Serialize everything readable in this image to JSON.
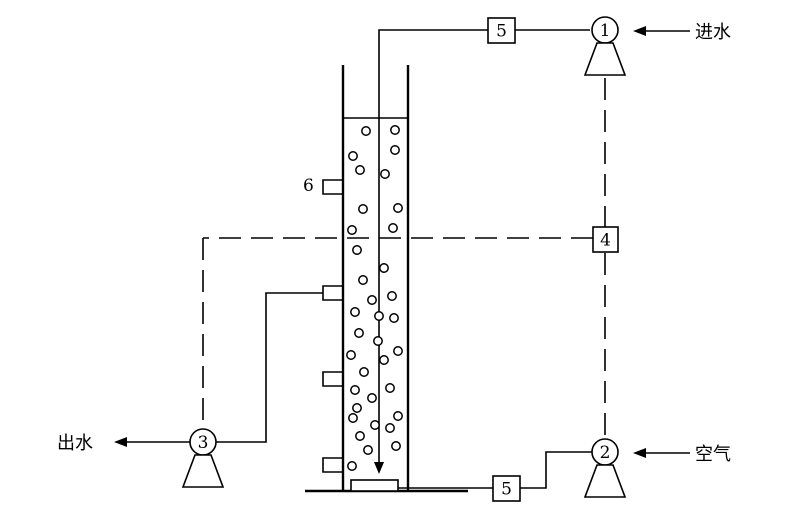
{
  "labels": {
    "inlet_water": "进水",
    "outlet_water": "出水",
    "air": "空气"
  },
  "components": {
    "pump1": "1",
    "pump2": "2",
    "pump3": "3",
    "controller": "4",
    "flowmeter_top": "5",
    "flowmeter_bottom": "5",
    "sampling_port": "6"
  }
}
